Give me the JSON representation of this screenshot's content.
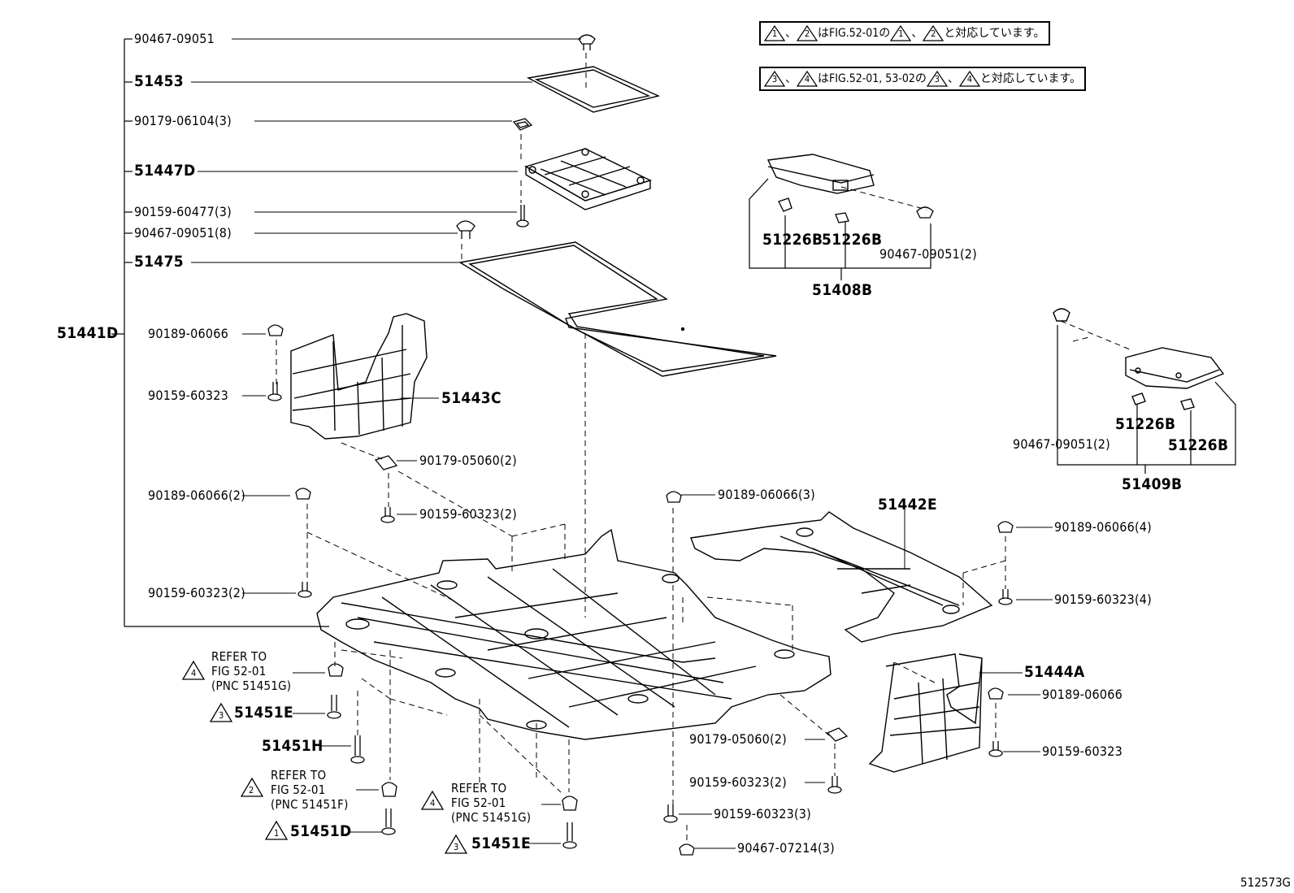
{
  "notes": [
    {
      "t1": "1",
      "sep1": "、",
      "t2": "2",
      "mid": "はFIG.52-01の",
      "t3": "1",
      "sep2": "、",
      "t4": "2",
      "end": "と対応しています。"
    },
    {
      "t1": "3",
      "sep1": "、",
      "t2": "4",
      "mid": "はFIG.52-01, 53-02の",
      "t3": "3",
      "sep2": "、",
      "t4": "4",
      "end": "と対応しています。"
    }
  ],
  "labels": {
    "p90467_09051_top": "90467-09051",
    "p51453": "51453",
    "p90179_06104": "90179-06104(3)",
    "p51447D": "51447D",
    "p90159_60477": "90159-60477(3)",
    "p90467_09051_8": "90467-09051(8)",
    "p51475": "51475",
    "p51441D": "51441D",
    "p90189_06066_a": "90189-06066",
    "p90159_60323_a": "90159-60323",
    "p51443C": "51443C",
    "p90179_05060_2a": "90179-05060(2)",
    "p90159_60323_2a": "90159-60323(2)",
    "p90189_06066_2": "90189-06066(2)",
    "p90159_60323_2b": "90159-60323(2)",
    "p51226B_1": "51226B",
    "p51226B_2": "51226B",
    "p90467_09051_2a": "90467-09051(2)",
    "p51408B": "51408B",
    "p51226B_3": "51226B",
    "p51226B_4": "51226B",
    "p90467_09051_2b": "90467-09051(2)",
    "p51409B": "51409B",
    "p90189_06066_3": "90189-06066(3)",
    "p51442E": "51442E",
    "p90189_06066_4": "90189-06066(4)",
    "p90159_60323_4": "90159-60323(4)",
    "p51444A": "51444A",
    "p90189_06066_b": "90189-06066",
    "p90159_60323_b": "90159-60323",
    "p90179_05060_2b": "90179-05060(2)",
    "p90159_60323_2c": "90159-60323(2)",
    "p90159_60323_3": "90159-60323(3)",
    "p90467_07214_3": "90467-07214(3)",
    "p51451E_a": "51451E",
    "p51451H": "51451H",
    "p51451D": "51451D",
    "p51451E_b": "51451E"
  },
  "refs": [
    {
      "mark": "4",
      "l1": "REFER TO",
      "l2": "FIG 52-01",
      "l3": "(PNC 51451G)"
    },
    {
      "mark": "2",
      "l1": "REFER TO",
      "l2": "FIG 52-01",
      "l3": "(PNC 51451F)"
    },
    {
      "mark": "4",
      "l1": "REFER TO",
      "l2": "FIG 52-01",
      "l3": "(PNC 51451G)"
    }
  ],
  "marks": {
    "m51451E_a": "3",
    "m51451D": "1",
    "m51451E_b": "3"
  },
  "figure_number": "512573G"
}
